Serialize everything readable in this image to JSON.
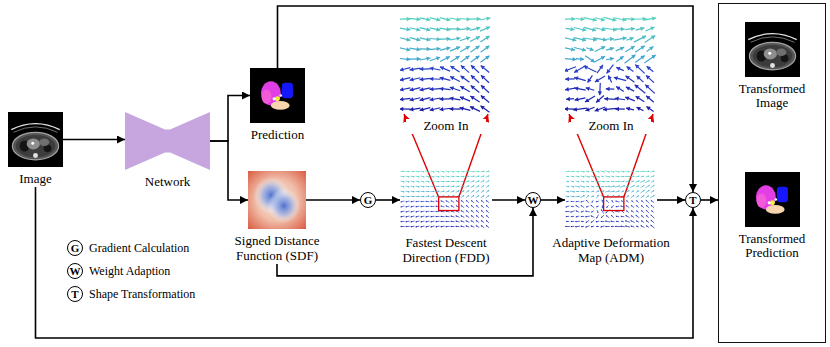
{
  "diagram": {
    "nodes": [
      {
        "text": [
          "Image"
        ]
      },
      {
        "text": [
          "Network"
        ]
      },
      {
        "text": [
          "Prediction"
        ]
      },
      {
        "text": [
          "Signed Distance Function (SDF)"
        ]
      },
      {
        "text": [
          "G"
        ]
      },
      {
        "text": [
          "Zoom In"
        ]
      },
      {
        "text": [
          "Fastest Descent Direction (FDD)"
        ]
      },
      {
        "text": [
          "W"
        ]
      },
      {
        "text": [
          "Zoom In"
        ]
      },
      {
        "text": [
          "Adaptive Deformation Map (ADM)"
        ]
      },
      {
        "text": [
          "T"
        ]
      },
      {
        "text": []
      },
      {
        "text": [
          "Transformed Image"
        ],
        "in": 11
      },
      {
        "text": [
          "Transformed Prediction"
        ],
        "in": 11
      }
    ],
    "edges": [
      {
        "from": 0,
        "to": 1,
        "arrow": "to"
      },
      {
        "from": 1,
        "to": 2,
        "arrow": "to"
      },
      {
        "from": 1,
        "to": 3,
        "arrow": "to"
      },
      {
        "from": 3,
        "to": 4,
        "arrow": "to"
      },
      {
        "from": 4,
        "to": 6,
        "arrow": "to"
      },
      {
        "from": 6,
        "to": 7,
        "arrow": "to"
      },
      {
        "from": 3,
        "to": 7,
        "arrow": "to"
      },
      {
        "from": 7,
        "to": 9,
        "arrow": "to"
      },
      {
        "from": 9,
        "to": 10,
        "arrow": "to"
      },
      {
        "from": 2,
        "to": 10,
        "arrow": "to"
      },
      {
        "from": 0,
        "to": 10,
        "arrow": "to"
      },
      {
        "from": 10,
        "to": 11,
        "arrow": "to"
      },
      {
        "from": 6,
        "to": 5,
        "arrow": "to"
      },
      {
        "from": 9,
        "to": 8,
        "arrow": "to"
      }
    ],
    "labels": [
      "G",
      "W",
      "T"
    ],
    "legend": [
      {
        "text": "Gradient Calculation"
      },
      {
        "text": "Weight Adaption"
      },
      {
        "text": "Shape Transformation"
      }
    ]
  }
}
